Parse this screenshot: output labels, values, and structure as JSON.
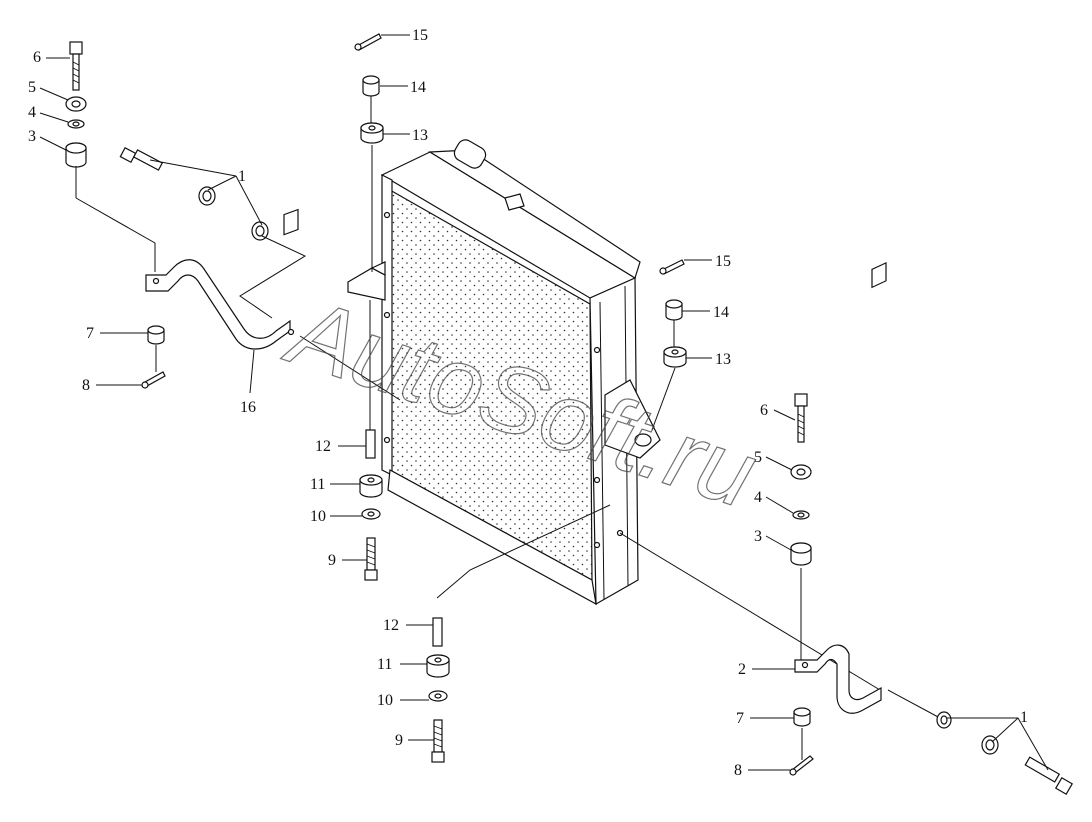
{
  "watermark": "AutoSoft.ru",
  "callouts": {
    "left_top": [
      "6",
      "5",
      "4",
      "3"
    ],
    "left_bracket": [
      "1",
      "7",
      "8",
      "16"
    ],
    "left_bottom": [
      "12",
      "11",
      "10",
      "9"
    ],
    "center_top": [
      "15",
      "14",
      "13"
    ],
    "right_mid": [
      "15",
      "14",
      "13"
    ],
    "right_top": [
      "6",
      "5",
      "4",
      "3"
    ],
    "center_bottom": [
      "12",
      "11",
      "10",
      "9"
    ],
    "right_bracket": [
      "2",
      "7",
      "8",
      "1"
    ]
  }
}
